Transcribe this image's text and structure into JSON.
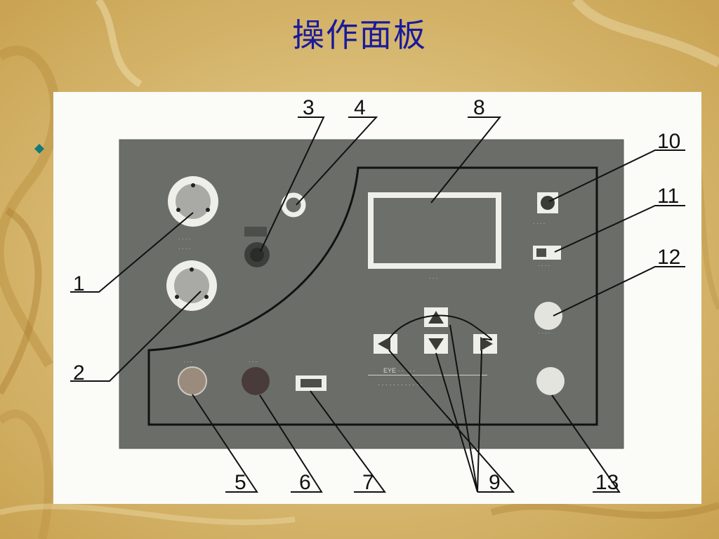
{
  "slide": {
    "title": "操作面板",
    "bullet_icon": "diamond-bullet-icon"
  },
  "colors": {
    "title": "#1a1a9a",
    "bullet": "#127a7a",
    "panel": "#6b6d68",
    "figure_bg": "#fbfbf8"
  },
  "diagram": {
    "callouts": {
      "c1": "1",
      "c2": "2",
      "c3": "3",
      "c4": "4",
      "c5": "5",
      "c6": "6",
      "c7": "7",
      "c8": "8",
      "c9": "9",
      "c10": "10",
      "c11": "11",
      "c12": "12",
      "c13": "13"
    }
  }
}
